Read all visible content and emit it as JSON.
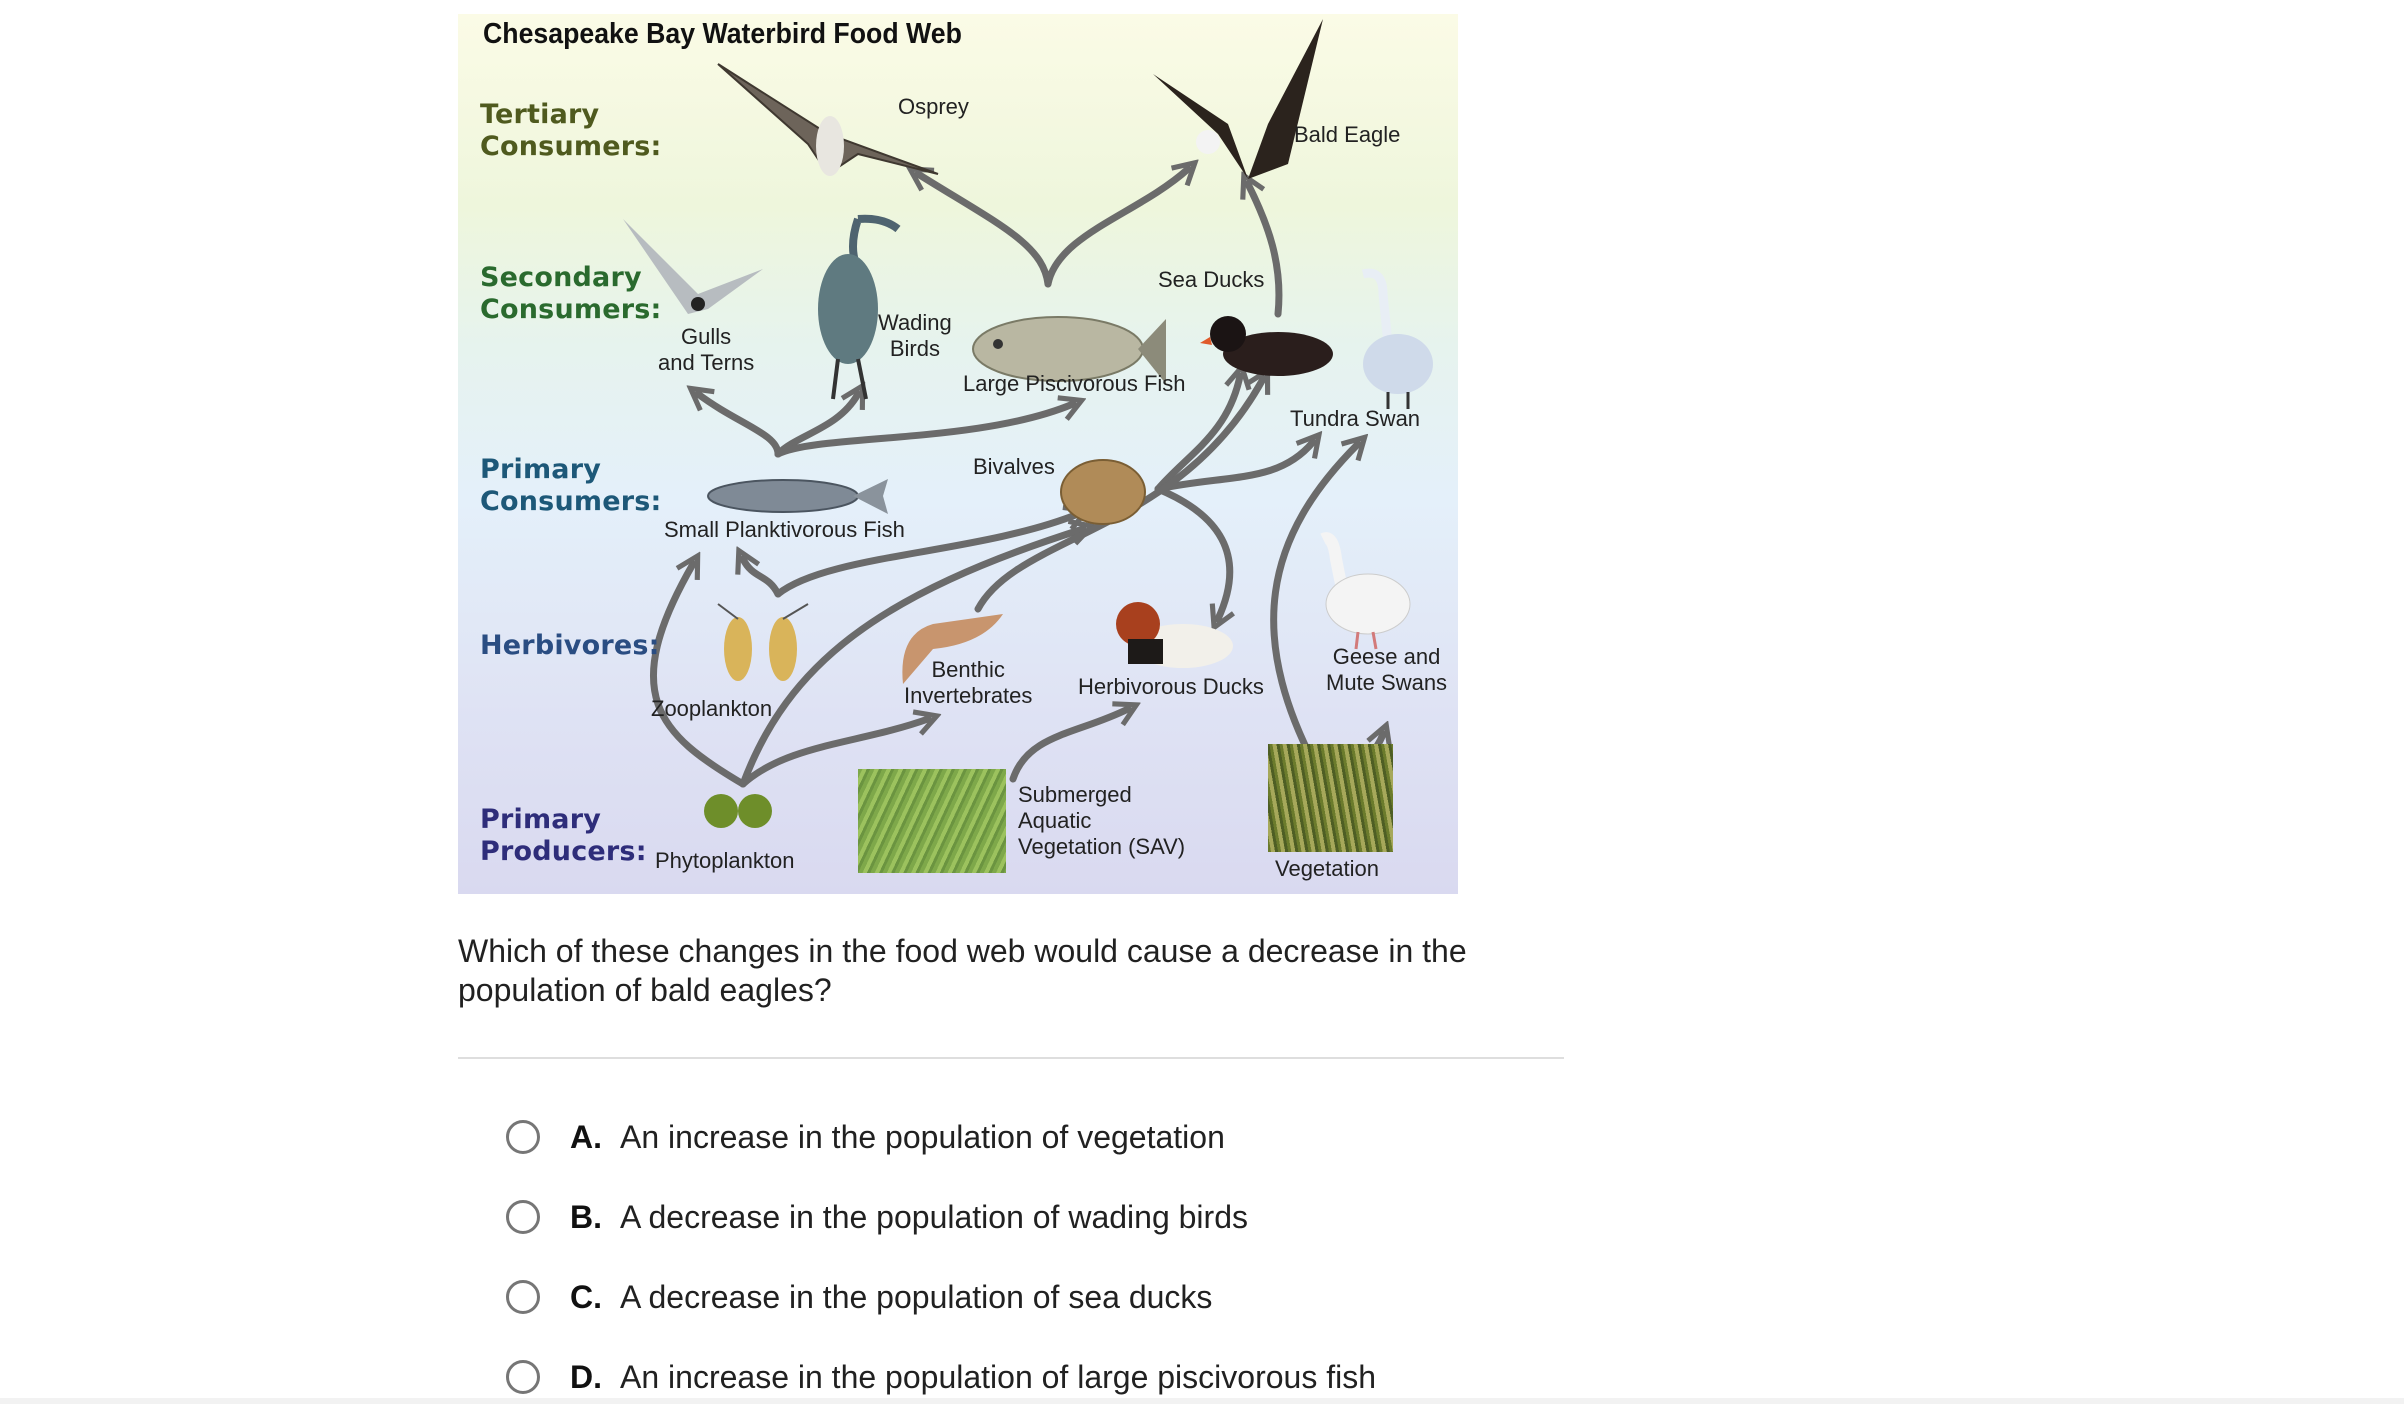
{
  "diagram": {
    "title": "Chesapeake Bay Waterbird Food Web",
    "levels": [
      {
        "label": "Tertiary\nConsumers:",
        "color": "#4f5a1e"
      },
      {
        "label": "Secondary\nConsumers:",
        "color": "#2a6a2e"
      },
      {
        "label": "Primary\nConsumers:",
        "color": "#1d5878"
      },
      {
        "label": "Herbivores:",
        "color": "#2a4d82"
      },
      {
        "label": "Primary\nProducers:",
        "color": "#2e2d7a"
      }
    ],
    "organisms": {
      "osprey": "Osprey",
      "bald_eagle": "Bald Eagle",
      "gulls_terns": "Gulls\nand Terns",
      "wading_birds": "Wading\nBirds",
      "sea_ducks": "Sea Ducks",
      "large_fish": "Large Piscivorous Fish",
      "tundra_swan": "Tundra Swan",
      "bivalves": "Bivalves",
      "small_fish": "Small Planktivorous Fish",
      "zooplankton": "Zooplankton",
      "benthic": "Benthic\nInvertebrates",
      "herb_ducks": "Herbivorous Ducks",
      "geese_swans": "Geese and\nMute Swans",
      "phytoplankton": "Phytoplankton",
      "sav": "Submerged\nAquatic\nVegetation (SAV)",
      "vegetation": "Vegetation"
    },
    "links": [
      [
        "large_fish",
        "osprey"
      ],
      [
        "large_fish",
        "bald_eagle"
      ],
      [
        "sea_ducks",
        "bald_eagle"
      ],
      [
        "small_fish",
        "gulls_terns"
      ],
      [
        "small_fish",
        "wading_birds"
      ],
      [
        "small_fish",
        "large_fish"
      ],
      [
        "bivalves",
        "sea_ducks"
      ],
      [
        "bivalves",
        "tundra_swan"
      ],
      [
        "bivalves",
        "herb_ducks"
      ],
      [
        "zooplankton",
        "small_fish"
      ],
      [
        "zooplankton",
        "bivalves"
      ],
      [
        "phytoplankton",
        "small_fish"
      ],
      [
        "phytoplankton",
        "bivalves"
      ],
      [
        "phytoplankton",
        "benthic"
      ],
      [
        "benthic",
        "sea_ducks"
      ],
      [
        "sav",
        "herb_ducks"
      ],
      [
        "vegetation",
        "tundra_swan"
      ],
      [
        "vegetation",
        "geese_swans"
      ]
    ],
    "arrow_color": "#6b6b6b"
  },
  "question": {
    "text": "Which of these changes in the food web would cause a decrease in the population of bald eagles?",
    "options": [
      {
        "letter": "A.",
        "text": "An increase in the population of vegetation",
        "selected": false
      },
      {
        "letter": "B.",
        "text": "A decrease in the population of wading birds",
        "selected": false
      },
      {
        "letter": "C.",
        "text": "A decrease in the population of sea ducks",
        "selected": false
      },
      {
        "letter": "D.",
        "text": "An increase in the population of large piscivorous fish",
        "selected": false
      }
    ]
  }
}
